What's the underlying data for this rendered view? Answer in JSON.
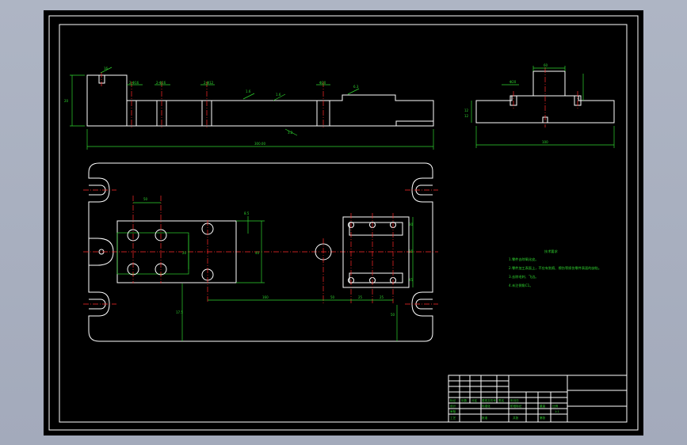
{
  "colors": {
    "background": "#000000",
    "outline": "#ffffff",
    "dimension": "#2fd52f",
    "centerline": "#ff2a2a",
    "viewer": "#a9b0bf"
  },
  "front_view": {
    "dims": [
      "16",
      "2-Φ16",
      "2-Φ16",
      "2-Φ12",
      "Φ20",
      "6.3",
      "1.6",
      "3.2",
      "300.00"
    ],
    "roughness": [
      "1.6",
      "3.2"
    ],
    "height_dim": "20"
  },
  "side_view": {
    "dims": [
      "60",
      "Φ20",
      "100",
      "12",
      "12"
    ]
  },
  "plan_view": {
    "dims": [
      "50",
      "8.5",
      "20",
      "40",
      "160",
      "50",
      "25",
      "25",
      "30",
      "15",
      "45",
      "50",
      "17.5"
    ]
  },
  "tech_notes": {
    "title": "技术要求",
    "items": [
      "1.零件去除氧化皮。",
      "2.零件加工表面上，不应有划痕、擦伤等损伤零件表面的缺陷。",
      "3.去除毛刺、飞边。",
      "4.未注倒角C1。"
    ]
  },
  "title_block": {
    "labels": [
      "标记",
      "处数",
      "分区",
      "更改文件号",
      "签名",
      "年月日",
      "设计",
      "标准化",
      "审核",
      "工艺",
      "批准",
      "阶段标记",
      "重量",
      "比例",
      "共张",
      "第张"
    ],
    "scale": "1:1"
  }
}
